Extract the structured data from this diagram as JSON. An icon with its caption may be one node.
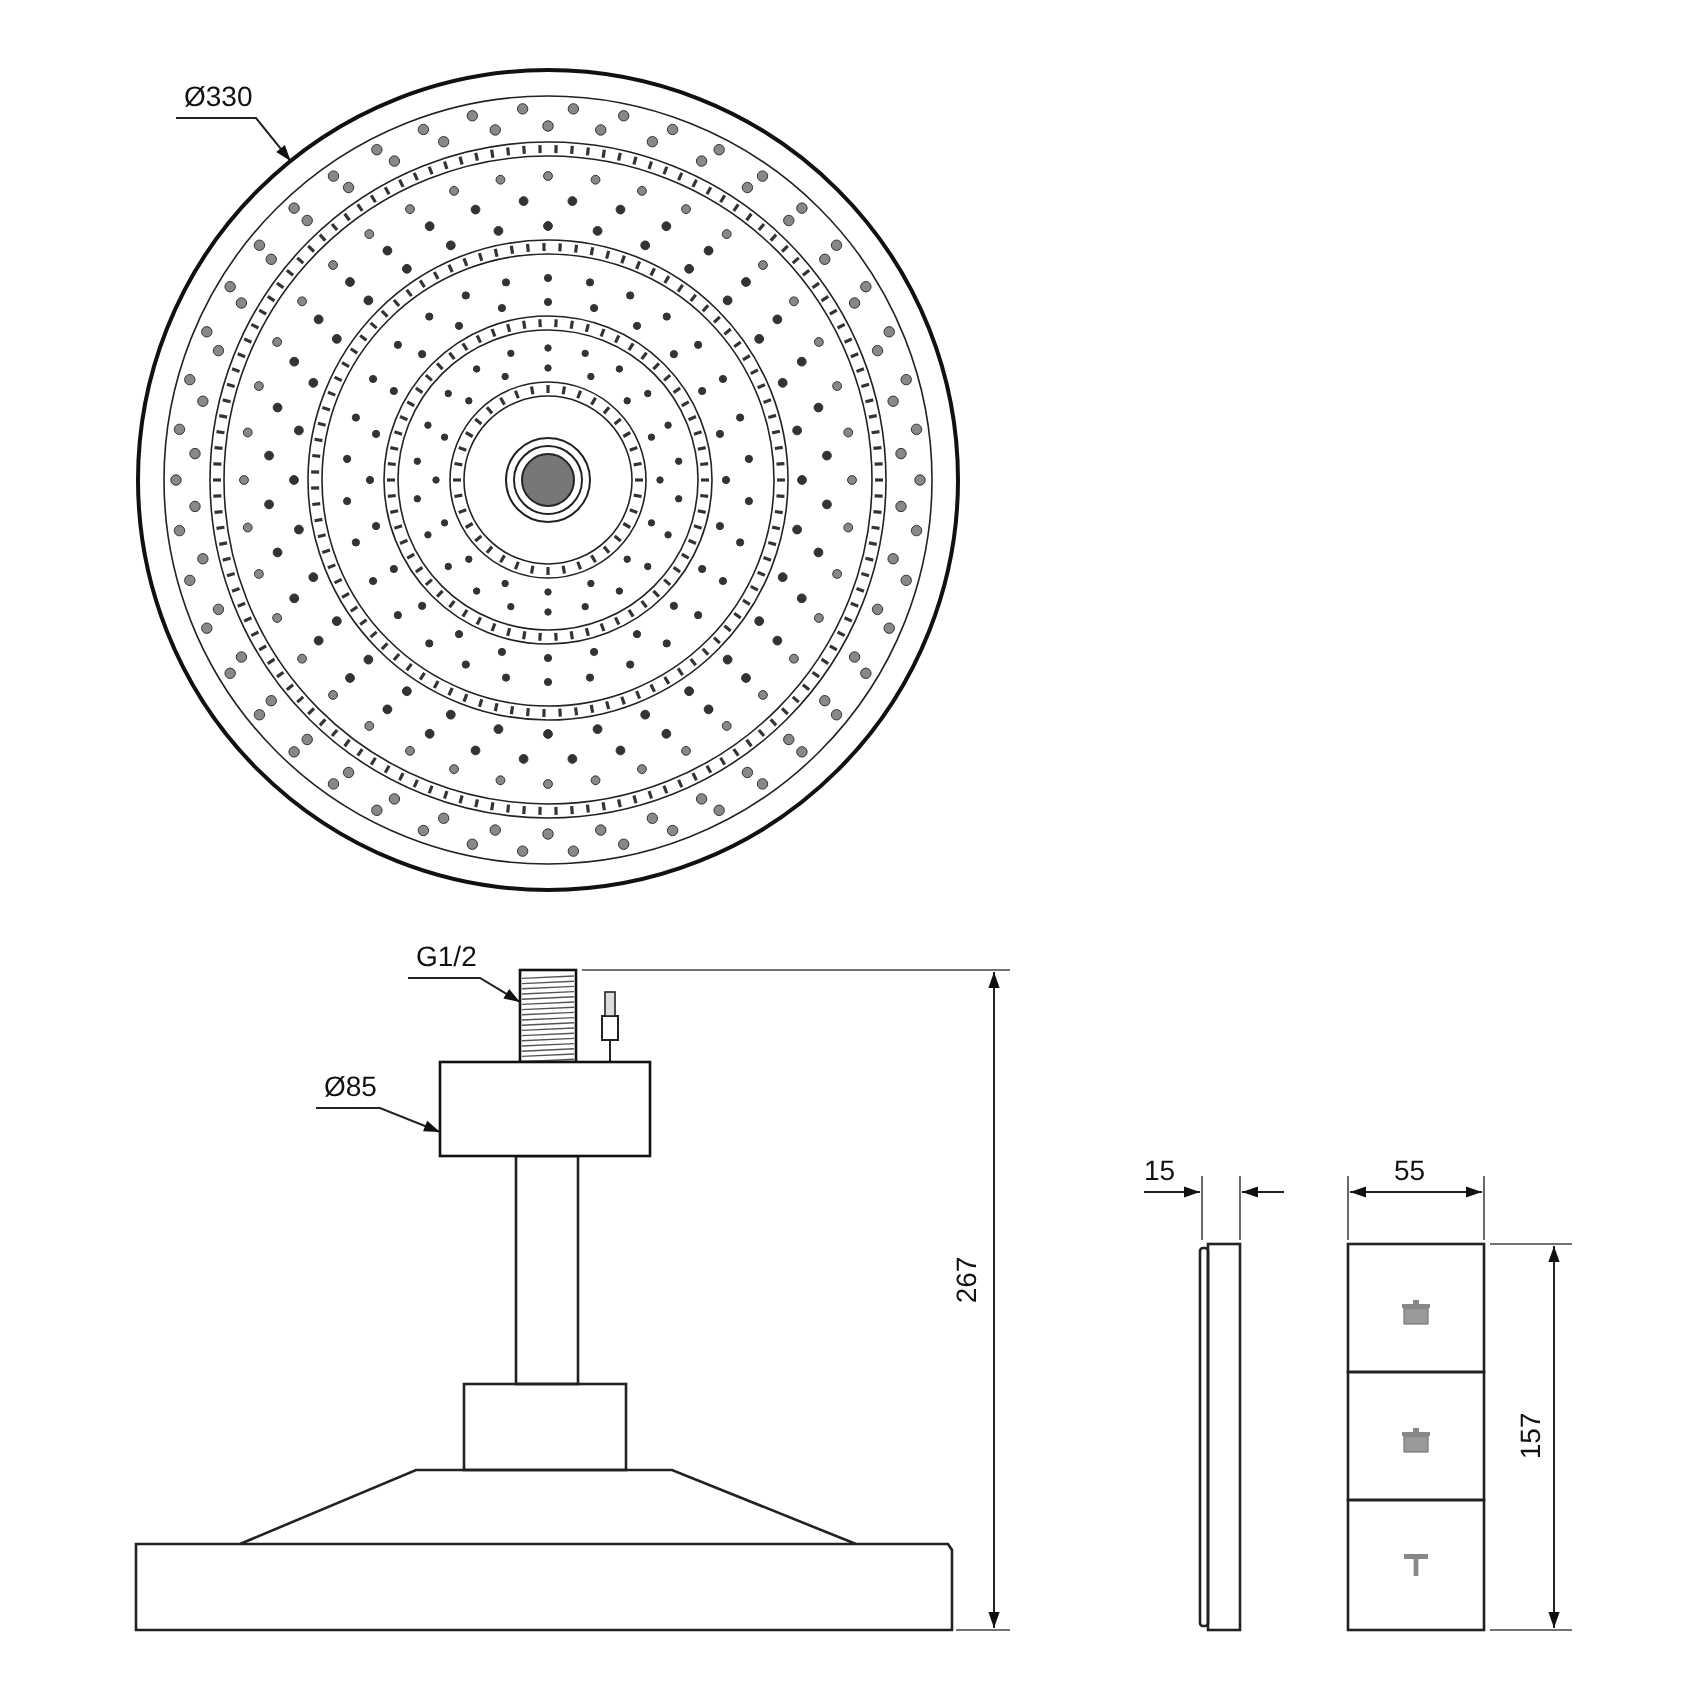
{
  "diagram": {
    "nodes": [
      {
        "text": [
          "Ø330"
        ]
      },
      {
        "text": [],
        "shape": "circle"
      },
      {
        "text": [
          "G1/2"
        ]
      },
      {
        "text": [],
        "shape": "box"
      },
      {
        "text": [
          "Ø85"
        ]
      },
      {
        "text": [],
        "shape": "box"
      }
    ],
    "edges": [
      {
        "from": 0,
        "to": 1,
        "arrow": "to"
      },
      {
        "from": 2,
        "to": 3,
        "arrow": "to"
      },
      {
        "from": 4,
        "to": 5,
        "arrow": "to"
      }
    ],
    "labels": [
      "15",
      "55",
      "267",
      "157"
    ]
  }
}
